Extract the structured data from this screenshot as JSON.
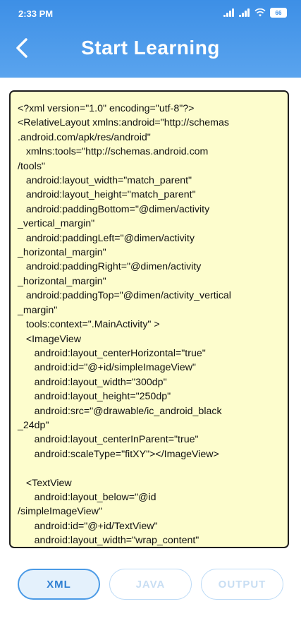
{
  "status_bar": {
    "time": "2:33 PM",
    "battery": "66"
  },
  "header": {
    "title": "Start Learning",
    "back_icon": "chevron-left-icon"
  },
  "code": {
    "lines": [
      "<?xml version=\"1.0\" encoding=\"utf-8\"?>",
      "<RelativeLayout xmlns:android=\"http://schemas",
      ".android.com/apk/res/android\"",
      "   xmlns:tools=\"http://schemas.android.com",
      "/tools\"",
      "   android:layout_width=\"match_parent\"",
      "   android:layout_height=\"match_parent\"",
      "   android:paddingBottom=\"@dimen/activity",
      "_vertical_margin\"",
      "   android:paddingLeft=\"@dimen/activity",
      "_horizontal_margin\"",
      "   android:paddingRight=\"@dimen/activity",
      "_horizontal_margin\"",
      "   android:paddingTop=\"@dimen/activity_vertical",
      "_margin\"",
      "   tools:context=\".MainActivity\" >",
      "   <ImageView",
      "      android:layout_centerHorizontal=\"true\"",
      "      android:id=\"@+id/simpleImageView\"",
      "      android:layout_width=\"300dp\"",
      "      android:layout_height=\"250dp\"",
      "      android:src=\"@drawable/ic_android_black",
      "_24dp\"",
      "      android:layout_centerInParent=\"true\"",
      "      android:scaleType=\"fitXY\"></ImageView>",
      "",
      "   <TextView",
      "      android:layout_below=\"@id",
      "/simpleImageView\"",
      "      android:id=\"@+id/TextView\"",
      "      android:layout_width=\"wrap_content\""
    ]
  },
  "tabs": [
    {
      "label": "XML",
      "active": true
    },
    {
      "label": "JAVA",
      "active": false
    },
    {
      "label": "OUTPUT",
      "active": false
    }
  ],
  "colors": {
    "accent": "#4a9ae6",
    "header": "#3d8fe6",
    "code_background": "#fdfdcd"
  }
}
